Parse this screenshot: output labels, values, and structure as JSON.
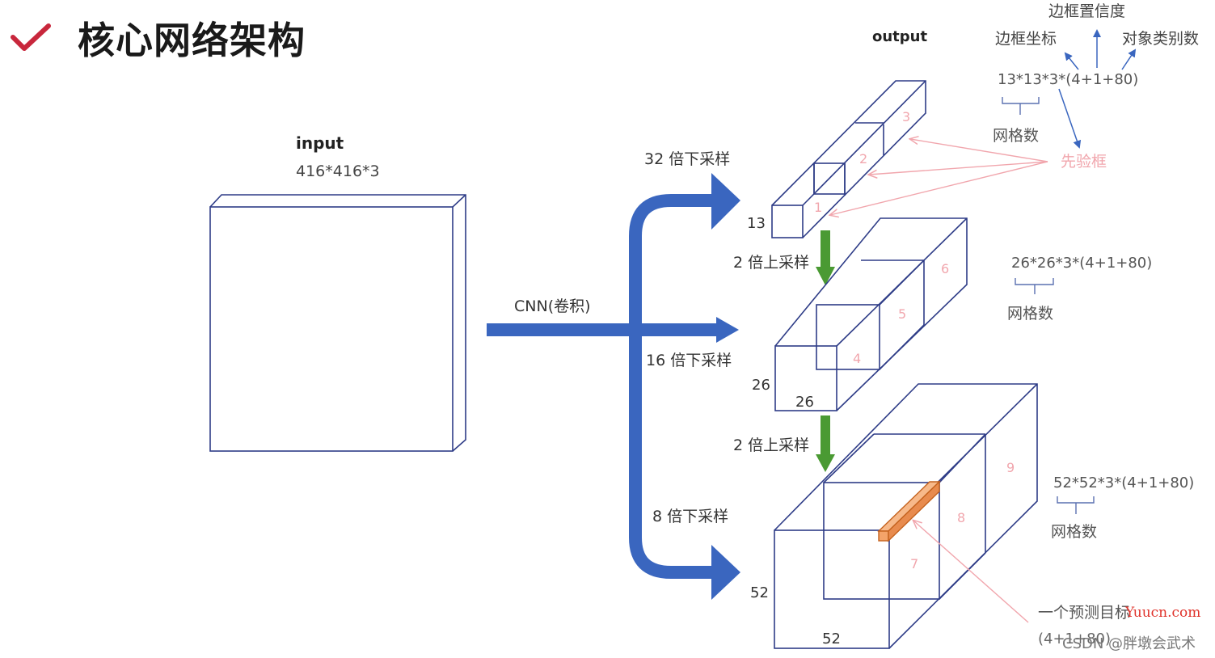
{
  "title": "核心网络架构",
  "input": {
    "label": "input",
    "dims": "416*416*3"
  },
  "output_label": "output",
  "cnn_label": "CNN(卷积)",
  "downsample": {
    "d32": "32 倍下采样",
    "d16": "16 倍下采样",
    "d8": "8 倍下采样"
  },
  "upsample_label": "2 倍上采样",
  "scales": {
    "s13": {
      "side": "13",
      "formula": "13*13*3*(4+1+80)",
      "grid_label": "网格数",
      "boxes": [
        "1",
        "2",
        "3"
      ]
    },
    "s26": {
      "side_v": "26",
      "side_h": "26",
      "formula": "26*26*3*(4+1+80)",
      "grid_label": "网格数",
      "boxes": [
        "4",
        "5",
        "6"
      ]
    },
    "s52": {
      "side_v": "52",
      "side_h": "52",
      "formula": "52*52*3*(4+1+80)",
      "grid_label": "网格数",
      "boxes": [
        "7",
        "8",
        "9"
      ]
    }
  },
  "annotations": {
    "box_conf": "边框置信度",
    "box_coord": "边框坐标",
    "obj_class": "对象类别数",
    "anchor": "先验框",
    "pred_target": "一个预测目标",
    "pred_formula": "(4+1+80)"
  },
  "watermark": {
    "site": "Yuucn.com",
    "credit": "CSDN @胖墩会武术"
  },
  "colors": {
    "accent_red": "#c8273c",
    "line_blue": "#2e3c87",
    "arrow_blue": "#3a66bf",
    "up_green": "#4a9a33",
    "anchor_pink": "#f1a6ad",
    "target_orange": "#f4a46a"
  },
  "icons": {
    "title_icon": "checkmark-icon"
  }
}
